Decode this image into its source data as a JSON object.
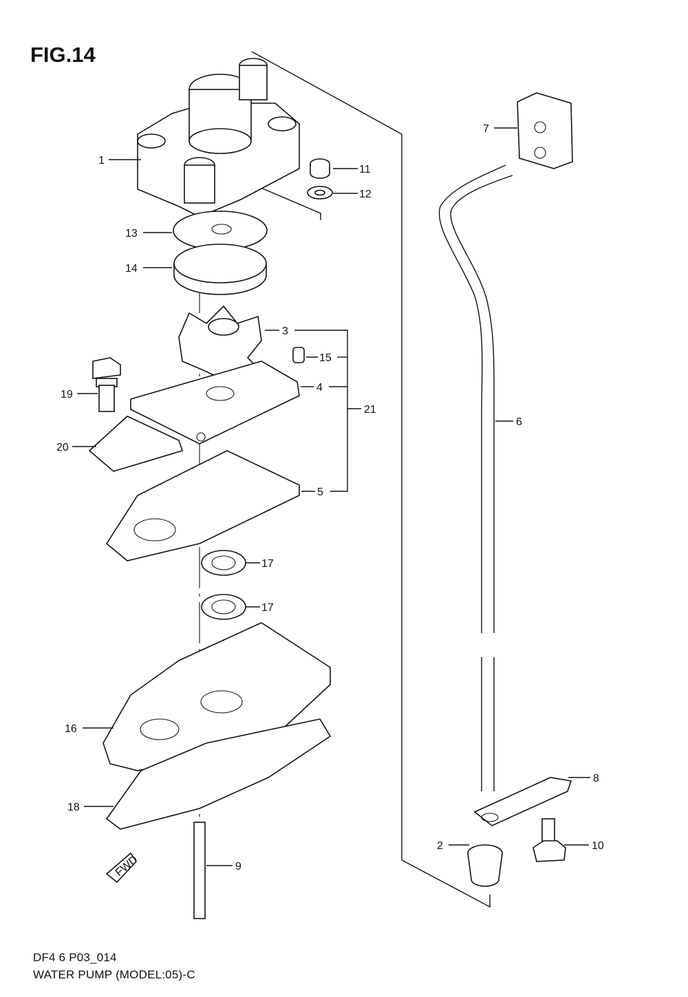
{
  "figure": {
    "title": "FIG.14",
    "code": "DF4 6 P03_014",
    "caption": "WATER PUMP (MODEL:05)-C"
  },
  "callouts": [
    {
      "label": "1"
    },
    {
      "label": "11"
    },
    {
      "label": "12"
    },
    {
      "label": "13"
    },
    {
      "label": "14"
    },
    {
      "label": "3"
    },
    {
      "label": "15"
    },
    {
      "label": "4"
    },
    {
      "label": "21"
    },
    {
      "label": "19"
    },
    {
      "label": "20"
    },
    {
      "label": "5"
    },
    {
      "label": "17"
    },
    {
      "label": "17"
    },
    {
      "label": "16"
    },
    {
      "label": "18"
    },
    {
      "label": "9"
    },
    {
      "label": "7"
    },
    {
      "label": "6"
    },
    {
      "label": "8"
    },
    {
      "label": "2"
    },
    {
      "label": "10"
    }
  ],
  "direction_marker": {
    "label": "FWD"
  }
}
